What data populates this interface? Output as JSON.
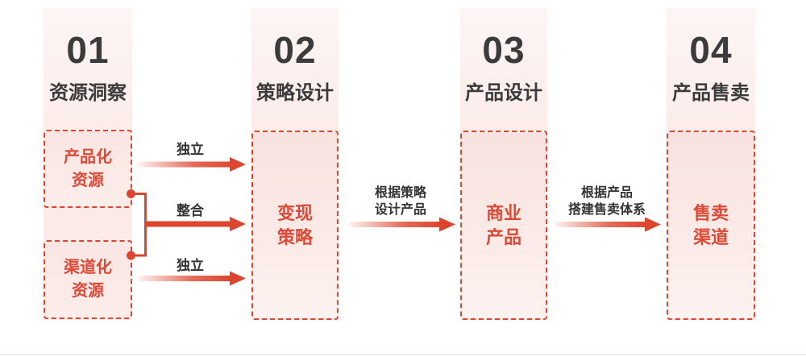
{
  "diagram": {
    "steps": [
      {
        "number": "01",
        "title": "资源洞察"
      },
      {
        "number": "02",
        "title": "策略设计"
      },
      {
        "number": "03",
        "title": "产品设计"
      },
      {
        "number": "04",
        "title": "产品售卖"
      }
    ],
    "boxes": {
      "productized_resource": {
        "line1": "产品化",
        "line2": "资源"
      },
      "channelized_resource": {
        "line1": "渠道化",
        "line2": "资源"
      },
      "monetization_strategy": {
        "line1": "变现",
        "line2": "策略"
      },
      "commercial_product": {
        "line1": "商业",
        "line2": "产品"
      },
      "sales_channel": {
        "line1": "售卖",
        "line2": "渠道"
      }
    },
    "arrow_labels": {
      "independent_top": "独立",
      "integrate": "整合",
      "independent_bottom": "独立",
      "strategy_to_product": {
        "line1": "根据策略",
        "line2": "设计产品"
      },
      "product_to_sales": {
        "line1": "根据产品",
        "line2": "搭建售卖体系"
      }
    },
    "colors": {
      "accent_red": "#de452f",
      "box_text_red": "#dc4a37",
      "heading_dark": "#3b3b3b",
      "band_pink": "#fbe9e6",
      "box_fill_pink": "#f8e2df",
      "divider_gray": "#f1f1f1"
    }
  }
}
